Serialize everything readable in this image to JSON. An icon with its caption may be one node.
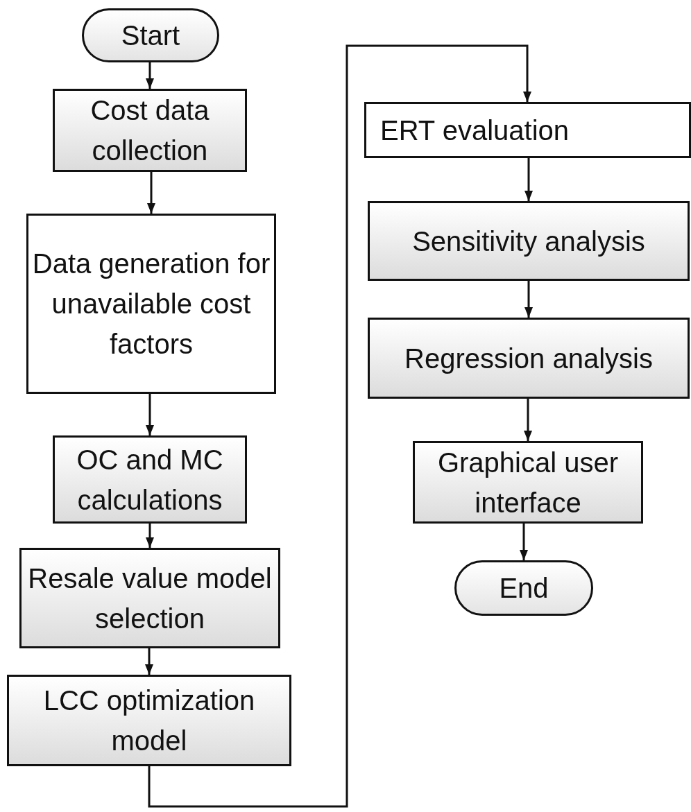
{
  "diagram": {
    "nodes": [
      {
        "text": [
          "Start"
        ]
      },
      {
        "text": [
          "Cost data collection"
        ]
      },
      {
        "text": [
          "Data generation for unavailable cost factors"
        ]
      },
      {
        "text": [
          "OC and MC calculations"
        ]
      },
      {
        "text": [
          "Resale value model selection"
        ]
      },
      {
        "text": [
          "LCC optimization model"
        ]
      },
      {
        "text": [
          "ERT evaluation"
        ]
      },
      {
        "text": [
          "Sensitivity analysis"
        ]
      },
      {
        "text": [
          "Regression analysis"
        ]
      },
      {
        "text": [
          "Graphical user interface"
        ]
      },
      {
        "text": [
          "End"
        ]
      }
    ],
    "edges": [
      {
        "from": 0,
        "to": 1,
        "arrow": "to"
      },
      {
        "from": 1,
        "to": 2,
        "arrow": "to"
      },
      {
        "from": 2,
        "to": 3,
        "arrow": "to"
      },
      {
        "from": 3,
        "to": 4,
        "arrow": "to"
      },
      {
        "from": 4,
        "to": 5,
        "arrow": "to"
      },
      {
        "from": 5,
        "to": 6,
        "arrow": "to"
      },
      {
        "from": 6,
        "to": 7,
        "arrow": "to"
      },
      {
        "from": 7,
        "to": 8,
        "arrow": "to"
      },
      {
        "from": 8,
        "to": 9,
        "arrow": "to"
      },
      {
        "from": 9,
        "to": 10,
        "arrow": "to"
      }
    ]
  }
}
